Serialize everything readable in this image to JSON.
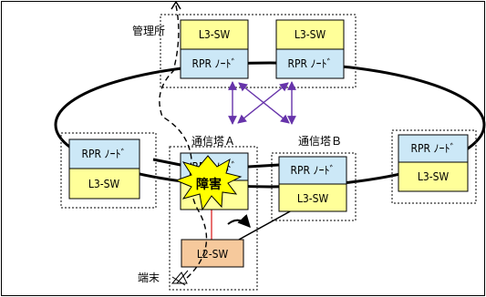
{
  "labels": {
    "management": "管理所",
    "tower_a": "通信塔Ａ",
    "tower_b": "通信塔Ｂ",
    "terminal": "端末",
    "fault": "障害"
  },
  "node_labels": {
    "l3sw": "L3-SW",
    "rpr": "RPR ﾉｰﾄﾞ",
    "l2sw": "L2-SW"
  },
  "colors": {
    "l3sw_fill": "#ffff99",
    "rpr_fill": "#cce8f7",
    "l2sw_fill": "#f6c99c",
    "ring_line": "#000000",
    "cross_arrows": "#6633aa",
    "fault_burst": "#ffff00",
    "link_red": "#e04040",
    "group_border": "#333333"
  }
}
